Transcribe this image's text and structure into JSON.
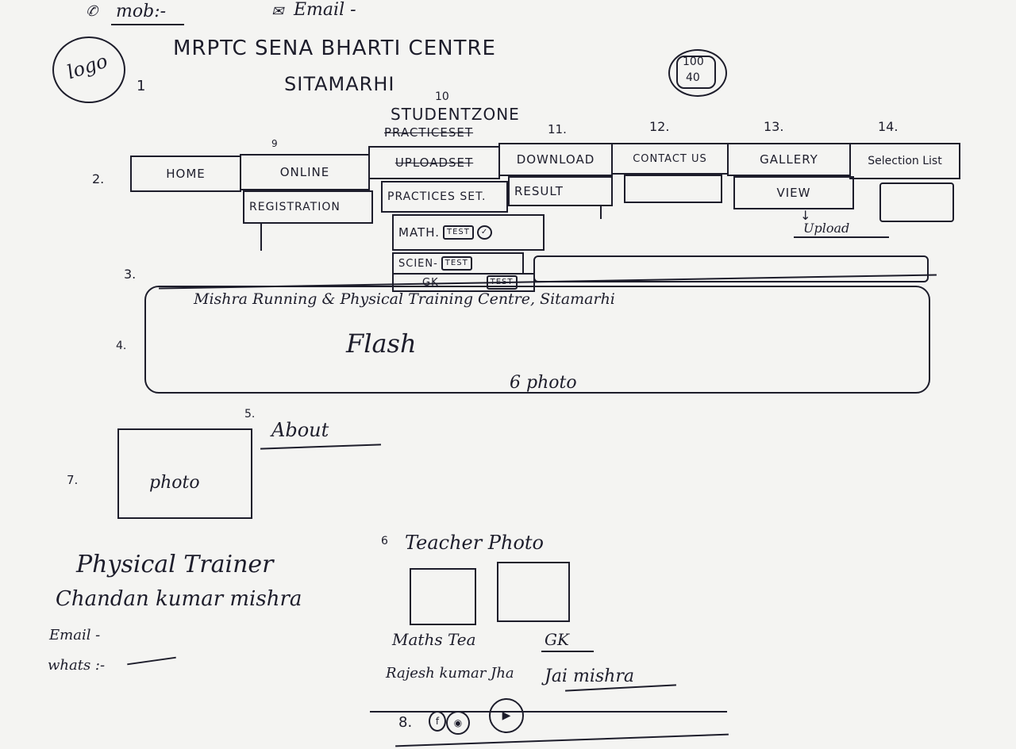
{
  "header": {
    "mob_label": "mob:-",
    "email_label": "Email -",
    "logo": "logo",
    "marker_logo": "1",
    "title_line1": "MRPTC SENA BHARTI CENTRE",
    "title_line2": "SITAMARHI",
    "counter_top": "100",
    "counter_bottom": "40"
  },
  "nav": {
    "marker": "2.",
    "home": "HOME",
    "online": "ONLINE",
    "online_sub": "REGISTRATION",
    "student_zone_num": "10",
    "student_zone": "STUDENTZONE",
    "practice_struck": "PRACTICESET",
    "upload_struck": "UPLOADSET",
    "practice_sub": "PRACTICES SET.",
    "download_num": "11.",
    "download": "DOWNLOAD",
    "download_sub": "RESULT",
    "contact_num": "12.",
    "contact": "CONTACT US",
    "gallery_num": "13.",
    "gallery": "GALLERY",
    "gallery_sub": "VIEW",
    "upload_note": "Upload",
    "selection_num": "14.",
    "selection": "Selection List",
    "online_num": "9",
    "math": "MATH.",
    "science": "SCIEN-",
    "gk": "GK",
    "test": "TEST"
  },
  "marquee": {
    "marker": "3.",
    "text": "Mishra Running & Physical Training Centre, Sitamarhi"
  },
  "flash": {
    "marker": "4.",
    "label": "Flash",
    "photo_note": "6 photo"
  },
  "about": {
    "marker": "5.",
    "label": "About"
  },
  "trainer": {
    "marker": "7.",
    "photo": "photo",
    "role": "Physical Trainer",
    "name": "Chandan kumar mishra",
    "email": "Email -",
    "whatsapp": "whats :-"
  },
  "teachers": {
    "marker": "6",
    "title": "Teacher Photo",
    "items": [
      {
        "subject": "Maths Tea",
        "name": "Rajesh kumar Jha"
      },
      {
        "subject": "GK",
        "name": "Jai mishra"
      }
    ]
  },
  "footer": {
    "marker": "8."
  }
}
